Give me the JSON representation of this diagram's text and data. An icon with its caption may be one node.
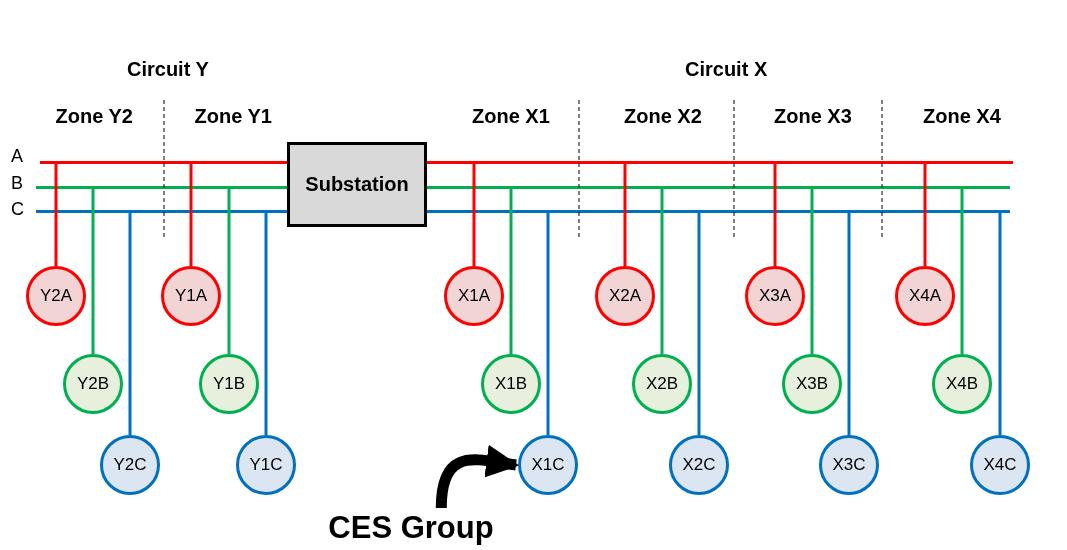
{
  "diagram": {
    "nodes": [
      {
        "text": [],
        "shape": "line"
      },
      {
        "text": [],
        "shape": "line"
      },
      {
        "text": [],
        "shape": "line"
      },
      {
        "text": [
          "Substation"
        ]
      },
      {
        "text": [
          "Y2A"
        ]
      },
      {
        "text": [
          "Y1A"
        ]
      },
      {
        "text": [
          "X1A"
        ]
      },
      {
        "text": [
          "X2A"
        ]
      },
      {
        "text": [
          "X3A"
        ]
      },
      {
        "text": [
          "X4A"
        ]
      },
      {
        "text": [
          "Y2B"
        ]
      },
      {
        "text": [
          "Y1B"
        ]
      },
      {
        "text": [
          "X1B"
        ]
      },
      {
        "text": [
          "X2B"
        ]
      },
      {
        "text": [
          "X3B"
        ]
      },
      {
        "text": [
          "X4B"
        ]
      },
      {
        "text": [
          "Y2C"
        ]
      },
      {
        "text": [
          "Y1C"
        ]
      },
      {
        "text": [
          "X1C"
        ]
      },
      {
        "text": [
          "X2C"
        ]
      },
      {
        "text": [
          "X3C"
        ]
      },
      {
        "text": [
          "X4C"
        ]
      },
      {
        "text": [
          "CES Group"
        ]
      }
    ],
    "edges": [
      {
        "from": 0,
        "to": 4,
        "arrow": "none",
        "color": "#ff0000"
      },
      {
        "from": 0,
        "to": 5,
        "arrow": "none",
        "color": "#ff0000"
      },
      {
        "from": 0,
        "to": 6,
        "arrow": "none",
        "color": "#ff0000"
      },
      {
        "from": 0,
        "to": 7,
        "arrow": "none",
        "color": "#ff0000"
      },
      {
        "from": 0,
        "to": 8,
        "arrow": "none",
        "color": "#ff0000"
      },
      {
        "from": 0,
        "to": 9,
        "arrow": "none",
        "color": "#ff0000"
      },
      {
        "from": 1,
        "to": 10,
        "arrow": "none",
        "color": "#00b050"
      },
      {
        "from": 1,
        "to": 11,
        "arrow": "none",
        "color": "#00b050"
      },
      {
        "from": 1,
        "to": 12,
        "arrow": "none",
        "color": "#00b050"
      },
      {
        "from": 1,
        "to": 13,
        "arrow": "none",
        "color": "#00b050"
      },
      {
        "from": 1,
        "to": 14,
        "arrow": "none",
        "color": "#00b050"
      },
      {
        "from": 1,
        "to": 15,
        "arrow": "none",
        "color": "#00b050"
      },
      {
        "from": 2,
        "to": 16,
        "arrow": "none",
        "color": "#0070c0"
      },
      {
        "from": 2,
        "to": 17,
        "arrow": "none",
        "color": "#0070c0"
      },
      {
        "from": 2,
        "to": 18,
        "arrow": "none",
        "color": "#0070c0"
      },
      {
        "from": 2,
        "to": 19,
        "arrow": "none",
        "color": "#0070c0"
      },
      {
        "from": 2,
        "to": 20,
        "arrow": "none",
        "color": "#0070c0"
      },
      {
        "from": 2,
        "to": 21,
        "arrow": "none",
        "color": "#0070c0"
      },
      {
        "from": 22,
        "to": 18,
        "arrow": "to",
        "style": "thick",
        "color": "#000000"
      }
    ],
    "labels": [
      "Circuit Y",
      "Circuit X",
      "Zone Y2",
      "Zone Y1",
      "Zone X1",
      "Zone X2",
      "Zone X3",
      "Zone X4",
      "A",
      "B",
      "C"
    ]
  }
}
